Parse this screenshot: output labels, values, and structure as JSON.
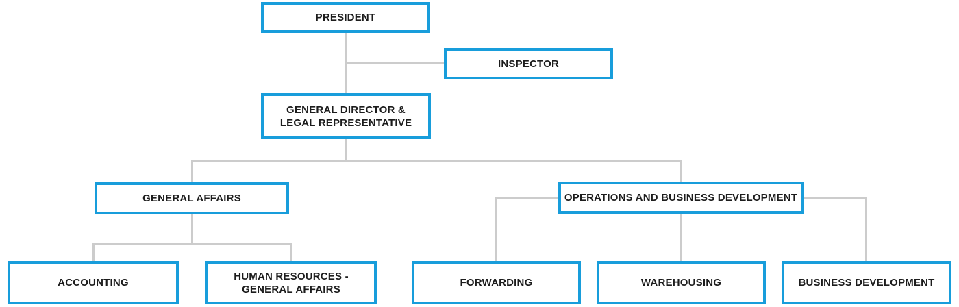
{
  "diagram": {
    "type": "org-chart",
    "colors": {
      "box_border": "#189DDB",
      "box_background": "#FFFFFF",
      "connector": "#CCCCCC",
      "text": "#1C1C1C",
      "page_background": "#FFFFFF"
    },
    "nodes": {
      "president": {
        "label": "PRESIDENT"
      },
      "inspector": {
        "label": "INSPECTOR"
      },
      "general_director": {
        "lines": [
          "GENERAL DIRECTOR &",
          "LEGAL REPRESENTATIVE"
        ]
      },
      "general_affairs": {
        "label": "GENERAL AFFAIRS"
      },
      "operations": {
        "label": "OPERATIONS AND BUSINESS DEVELOPMENT"
      },
      "accounting": {
        "label": "ACCOUNTING"
      },
      "human_resources": {
        "lines": [
          "HUMAN RESOURCES -",
          "GENERAL AFFAIRS"
        ]
      },
      "forwarding": {
        "label": "FORWARDING"
      },
      "warehousing": {
        "label": "WAREHOUSING"
      },
      "business_development": {
        "label": "BUSINESS DEVELOPMENT"
      }
    },
    "edges": [
      {
        "from": "PRESIDENT",
        "to": "INSPECTOR"
      },
      {
        "from": "PRESIDENT",
        "to": "GENERAL DIRECTOR & LEGAL REPRESENTATIVE"
      },
      {
        "from": "GENERAL DIRECTOR & LEGAL REPRESENTATIVE",
        "to": "GENERAL AFFAIRS"
      },
      {
        "from": "GENERAL DIRECTOR & LEGAL REPRESENTATIVE",
        "to": "OPERATIONS AND BUSINESS DEVELOPMENT"
      },
      {
        "from": "GENERAL AFFAIRS",
        "to": "ACCOUNTING"
      },
      {
        "from": "GENERAL AFFAIRS",
        "to": "HUMAN RESOURCES - GENERAL AFFAIRS"
      },
      {
        "from": "OPERATIONS AND BUSINESS DEVELOPMENT",
        "to": "FORWARDING"
      },
      {
        "from": "OPERATIONS AND BUSINESS DEVELOPMENT",
        "to": "WAREHOUSING"
      },
      {
        "from": "OPERATIONS AND BUSINESS DEVELOPMENT",
        "to": "BUSINESS DEVELOPMENT"
      }
    ]
  }
}
